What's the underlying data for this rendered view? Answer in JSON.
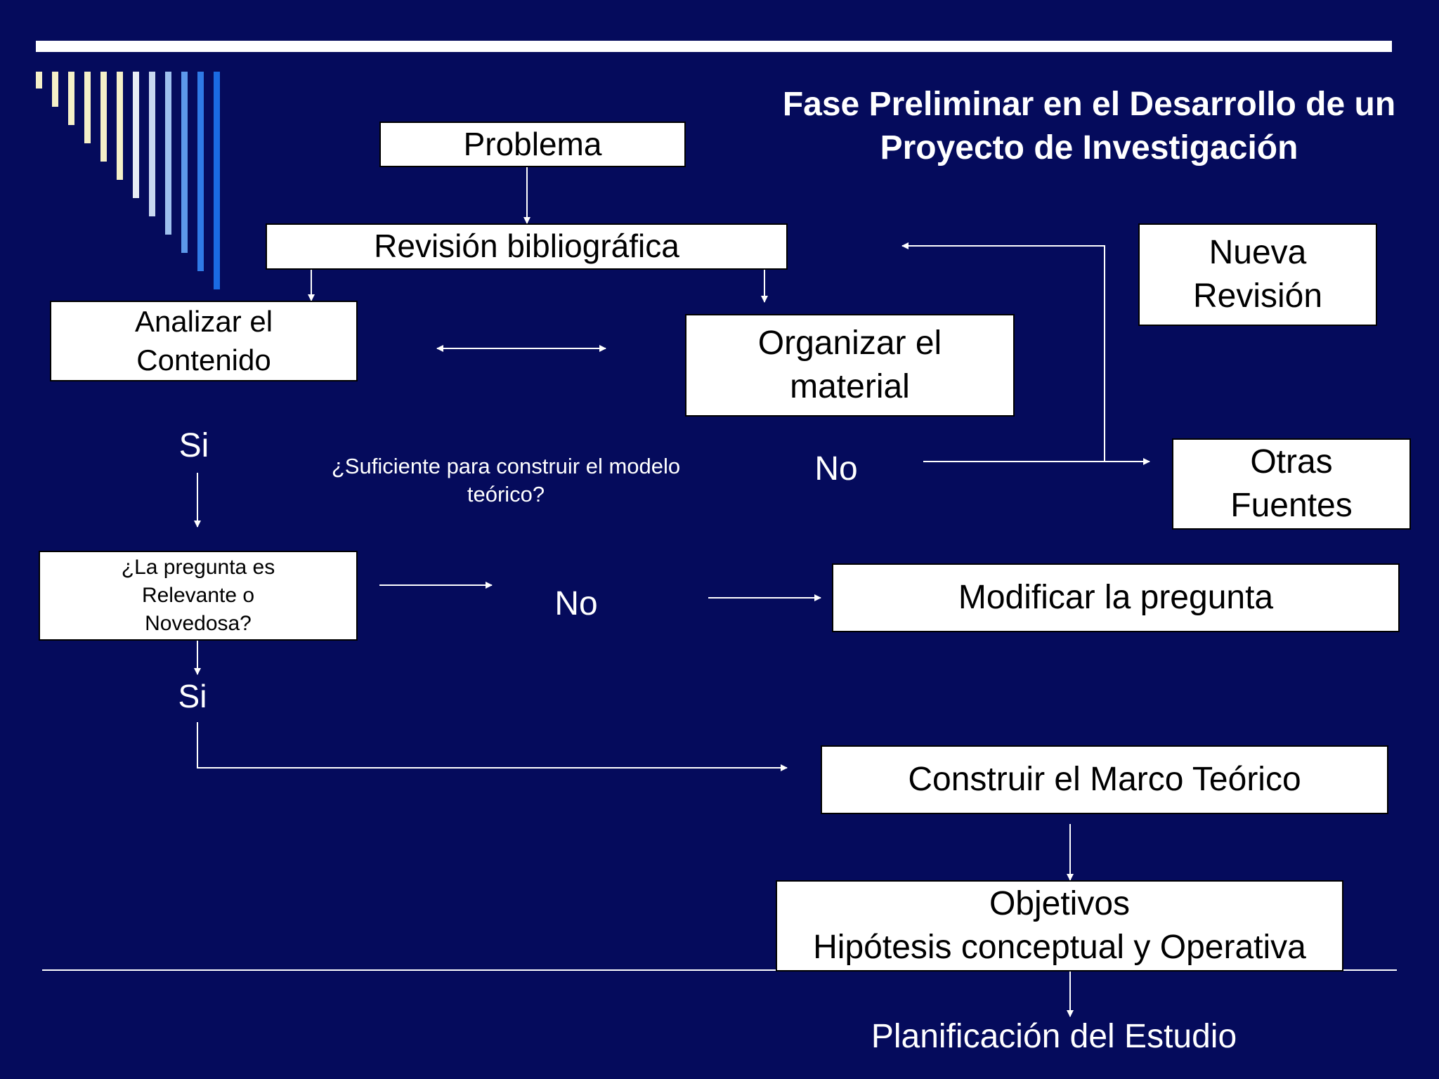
{
  "title": "Fase Preliminar en el Desarrollo de un\nProyecto de Investigación",
  "colors": {
    "background": "#050b5c",
    "box": "#ffffff",
    "text_light": "#ffffff",
    "stripes": [
      "#f5f0c8",
      "#f5f0c8",
      "#f5f0c8",
      "#f5f0c8",
      "#f5f0c8",
      "#f5f0c8",
      "#e8ecf5",
      "#c9d8f0",
      "#9fc0ee",
      "#5d98ea",
      "#2f7ae6",
      "#1a6be3"
    ]
  },
  "nodes": {
    "problema": "Problema",
    "revision": "Revisión bibliográfica",
    "analizar": "Analizar el\nContenido",
    "organizar": "Organizar el\nmaterial",
    "nueva_revision": "Nueva\nRevisión",
    "otras_fuentes": "Otras\nFuentes",
    "pregunta": "¿La pregunta es\nRelevante o\nNovedosa?",
    "modificar": "Modificar la pregunta",
    "marco": "Construir el Marco Teórico",
    "objetivos": "Objetivos\nHipótesis conceptual y Operativa"
  },
  "labels": {
    "si_1": "Si",
    "si_2": "Si",
    "no_1": "No",
    "no_2": "No",
    "suficiente": "¿Suficiente para construir el modelo\nteórico?",
    "planificacion": "Planificación del Estudio"
  }
}
